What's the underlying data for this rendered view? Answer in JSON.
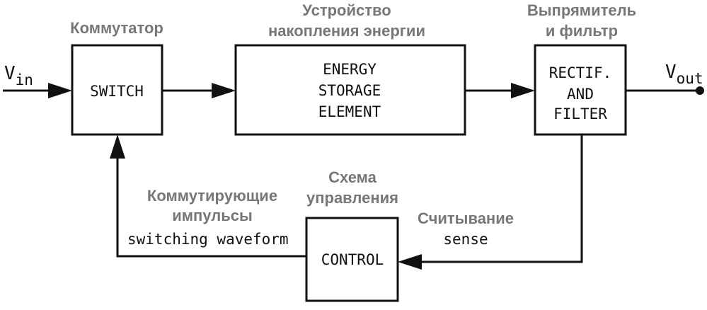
{
  "labels": {
    "vin_main": "V",
    "vin_sub": "in",
    "vout_main": "V",
    "vout_sub": "out"
  },
  "blocks": {
    "switch": {
      "en": "SWITCH",
      "ru": "Коммутатор"
    },
    "storage": {
      "en_lines": [
        "ENERGY",
        "STORAGE",
        "ELEMENT"
      ],
      "ru_lines": [
        "Устройство",
        "накопления энергии"
      ]
    },
    "rectifier": {
      "en_lines": [
        "RECTIF.",
        "AND",
        "FILTER"
      ],
      "ru_lines": [
        "Выпрямитель",
        "и фильтр"
      ]
    },
    "control": {
      "en": "CONTROL",
      "ru_lines": [
        "Схема",
        "управления"
      ]
    }
  },
  "signals": {
    "switching": {
      "ru_lines": [
        "Коммутирующие",
        "импульсы"
      ],
      "en": "switching waveform"
    },
    "sense": {
      "ru": "Считывание",
      "en": "sense"
    }
  }
}
